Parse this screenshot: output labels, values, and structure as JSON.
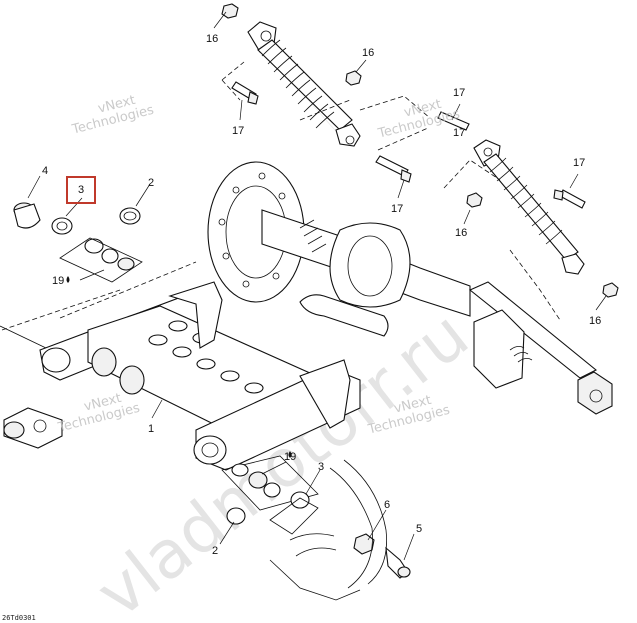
{
  "diagram": {
    "highlight_color": "#c0392b",
    "line_color": "#111111",
    "watermark_color": "#bdbdbd",
    "callouts": [
      {
        "id": "c16a",
        "label": "16"
      },
      {
        "id": "c16b",
        "label": "16"
      },
      {
        "id": "c16c",
        "label": "16"
      },
      {
        "id": "c16d",
        "label": "16"
      },
      {
        "id": "c17a",
        "label": "17"
      },
      {
        "id": "c17b",
        "label": "17"
      },
      {
        "id": "c17c",
        "label": "17"
      },
      {
        "id": "c17d",
        "label": "17"
      },
      {
        "id": "c17e",
        "label": "17"
      },
      {
        "id": "c4",
        "label": "4"
      },
      {
        "id": "c3a",
        "label": "3",
        "highlighted": true
      },
      {
        "id": "c2a",
        "label": "2"
      },
      {
        "id": "c19a",
        "label": "19"
      },
      {
        "id": "c19b",
        "label": "19"
      },
      {
        "id": "c1",
        "label": "1"
      },
      {
        "id": "c3b",
        "label": "3"
      },
      {
        "id": "c2b",
        "label": "2"
      },
      {
        "id": "c6",
        "label": "6"
      },
      {
        "id": "c5",
        "label": "5"
      }
    ],
    "watermark_lines": [
      "vNext",
      "Technologies"
    ],
    "big_watermark": "vladmotorr.ru",
    "reference_code": "26Td0301"
  }
}
